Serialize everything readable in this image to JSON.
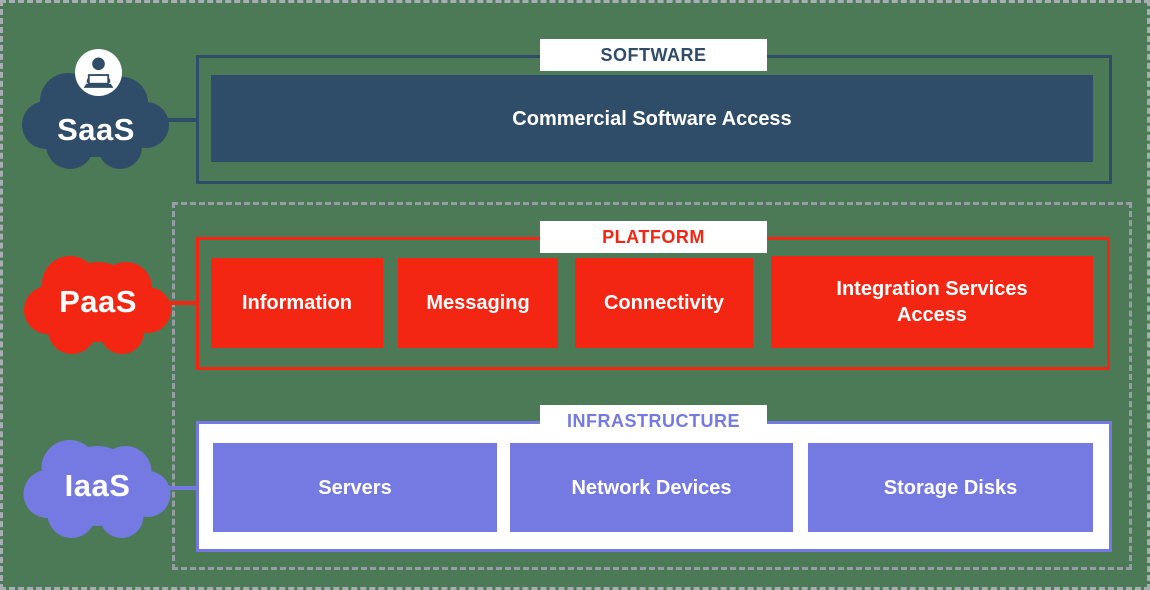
{
  "colors": {
    "background_green": "#4d7a56",
    "saas_navy": "#2f4d68",
    "paas_red": "#f22613",
    "iaas_purple": "#747ae1",
    "label_background": "#ffffff",
    "dashed_border_gray": "#9aa0a8"
  },
  "clouds": [
    {
      "label": "SaaS",
      "icon": "person-at-laptop-icon",
      "color": "#2f4d68"
    },
    {
      "label": "PaaS",
      "color": "#f22613"
    },
    {
      "label": "IaaS",
      "color": "#747ae1"
    }
  ],
  "sections": {
    "software": {
      "label": "SOFTWARE",
      "items": [
        "Commercial Software Access"
      ]
    },
    "platform": {
      "label": "PLATFORM",
      "items": [
        "Information",
        "Messaging",
        "Connectivity",
        "Integration Services Access"
      ]
    },
    "infrastructure": {
      "label": "INFRASTRUCTURE",
      "items": [
        "Servers",
        "Network Devices",
        "Storage Disks"
      ]
    }
  }
}
